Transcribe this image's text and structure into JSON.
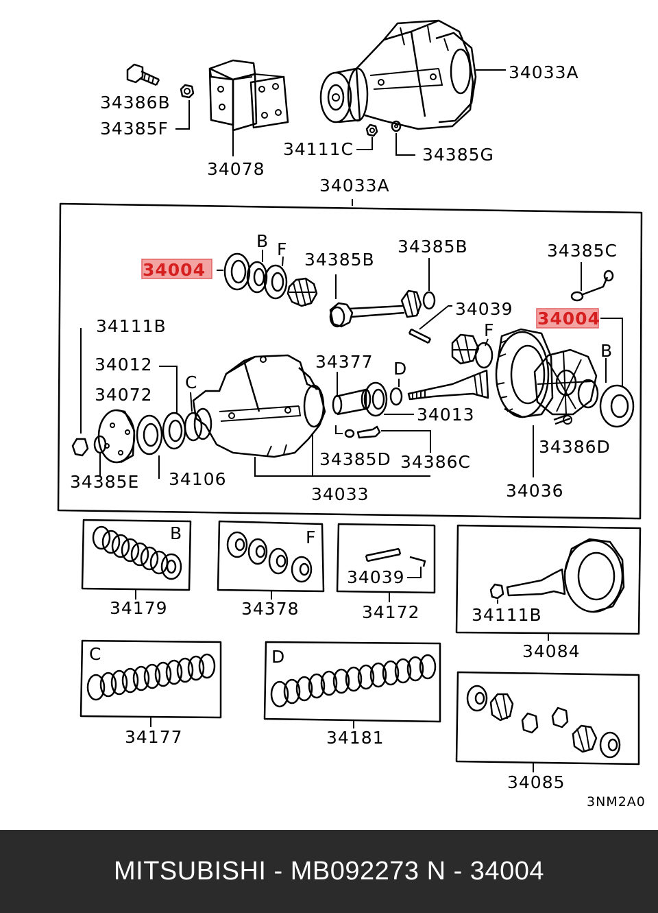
{
  "labels": {
    "top_carrier": "34033A",
    "bolt_top": "34386B",
    "nut_top": "34385F",
    "bracket": "34078",
    "nut_c": "34111C",
    "washer_g": "34385G",
    "box_title": "34033A",
    "diff_kit_left": "34004",
    "mark_b1": "B",
    "mark_f1": "F",
    "washer_b": "34385B",
    "shaft_washer_b": "34385B",
    "washer_c": "34385C",
    "pin": "34039",
    "diff_kit_right": "34004",
    "mark_f2": "F",
    "mark_b2": "B",
    "nut_b": "34111B",
    "seal": "34012",
    "mark_c": "C",
    "flange": "34072",
    "spacer": "34377",
    "mark_d": "D",
    "bearing_13": "34013",
    "washer_d": "34385D",
    "bolt_c": "34386C",
    "bolt_d": "34386D",
    "washer_e": "34385E",
    "bearing_06": "34106",
    "carrier": "34033",
    "case": "34036",
    "set_179": "34179",
    "set_b": "B",
    "set_378": "34378",
    "set_f": "F",
    "pin_inside": "34039",
    "set_172": "34172",
    "nut_inside": "34111B",
    "set_084": "34084",
    "set_c": "C",
    "set_177": "34177",
    "set_d": "D",
    "set_181": "34181",
    "set_085": "34085",
    "code": "3NM2A0"
  },
  "footer": {
    "text": "MITSUBISHI - MB092273   N - 34004"
  },
  "colors": {
    "highlight": "#f4a3a3",
    "highlight_text": "#d61f1f",
    "footer_bg": "#2b2b2b",
    "footer_text": "#ffffff"
  }
}
